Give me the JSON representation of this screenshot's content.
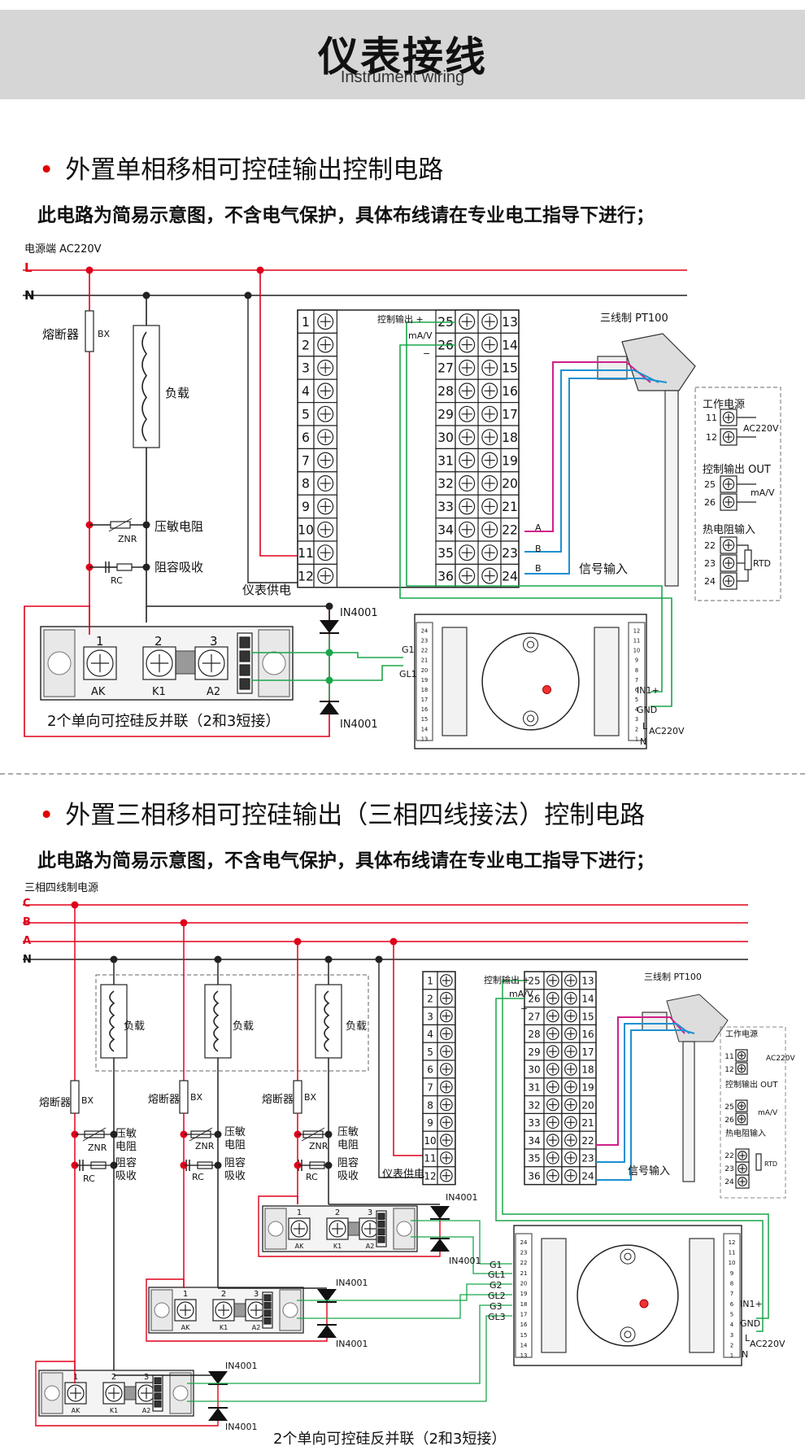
{
  "header": {
    "title": "仪表接线",
    "subtitle": "Instrument wiring"
  },
  "section1": {
    "title": "外置单相移相可控硅输出控制电路",
    "note": "此电路为简易示意图，不含电气保护，具体布线请在专业电工指导下进行；",
    "power_label": "电源端  AC220V",
    "line_L": "L",
    "line_N": "N",
    "fuse": "熔断器",
    "fuse_code": "BX",
    "load": "负载",
    "varistor": "压敏电阻",
    "varistor_code": "ZNR",
    "rc_absorb": "阻容吸收",
    "rc_code": "RC",
    "instrument_power": "仪表供电",
    "control_output": "控制输出 +",
    "ma_v": "mA/V",
    "minus": "−",
    "three_wire": "三线制 PT100",
    "signal_input": "信号输入",
    "wire_A": "A",
    "wire_B": "B",
    "diode": "IN4001",
    "scr_nums": [
      "1",
      "2",
      "3"
    ],
    "scr_pins": [
      "AK",
      "K1",
      "A2"
    ],
    "scr_caption": "2个单向可控硅反并联（2和3短接）",
    "g1": "G1",
    "gl1": "GL1",
    "in1": "IN1+",
    "gnd": "GND",
    "l": "L",
    "ac220v": "AC220V",
    "n": "N",
    "legend": {
      "power": "工作电源",
      "control": "控制输出 OUT",
      "rtd_input": "热电阻输入",
      "ac": "AC220V",
      "mav": "mA/V",
      "rtd": "RTD",
      "t11": "11",
      "t12": "12",
      "t25": "25",
      "t26": "26",
      "t22": "22",
      "t23": "23",
      "t24": "24"
    }
  },
  "section2": {
    "title": "外置三相移相可控硅输出（三相四线接法）控制电路",
    "note": "此电路为简易示意图，不含电气保护，具体布线请在专业电工指导下进行；",
    "power_label": "三相四线制电源",
    "lines": [
      "C",
      "B",
      "A",
      "N"
    ],
    "fuse": "熔断器",
    "fuse_code": "BX",
    "load": "负载",
    "varistor_a": "压敏",
    "varistor_b": "电阻",
    "varistor_code": "ZNR",
    "rc_a": "阻容",
    "rc_b": "吸收",
    "rc_code": "RC",
    "instrument_power": "仪表供电",
    "control_output": "控制输出 +",
    "ma_v": "mA/V",
    "minus": "−",
    "three_wire": "三线制 PT100",
    "signal_input": "信号输入",
    "diode": "IN4001",
    "gates": [
      "G1",
      "GL1",
      "G2",
      "GL2",
      "G3",
      "GL3"
    ],
    "scr_caption": "2个单向可控硅反并联（2和3短接）",
    "in1": "IN1+",
    "gnd": "GND",
    "l": "L",
    "ac220v": "AC220V",
    "n": "N"
  },
  "terminals_left": [
    "1",
    "2",
    "3",
    "4",
    "5",
    "6",
    "7",
    "8",
    "9",
    "10",
    "11",
    "12"
  ],
  "terminals_mid": [
    "25",
    "26",
    "27",
    "28",
    "29",
    "30",
    "31",
    "32",
    "33",
    "34",
    "35",
    "36"
  ],
  "terminals_right": [
    "13",
    "14",
    "15",
    "16",
    "17",
    "18",
    "19",
    "20",
    "21",
    "22",
    "23",
    "24"
  ],
  "colors": {
    "live": "#e0001a",
    "neutral": "#222222",
    "green": "#1aa64a",
    "magenta": "#d0208a",
    "blue": "#1e90d0"
  }
}
